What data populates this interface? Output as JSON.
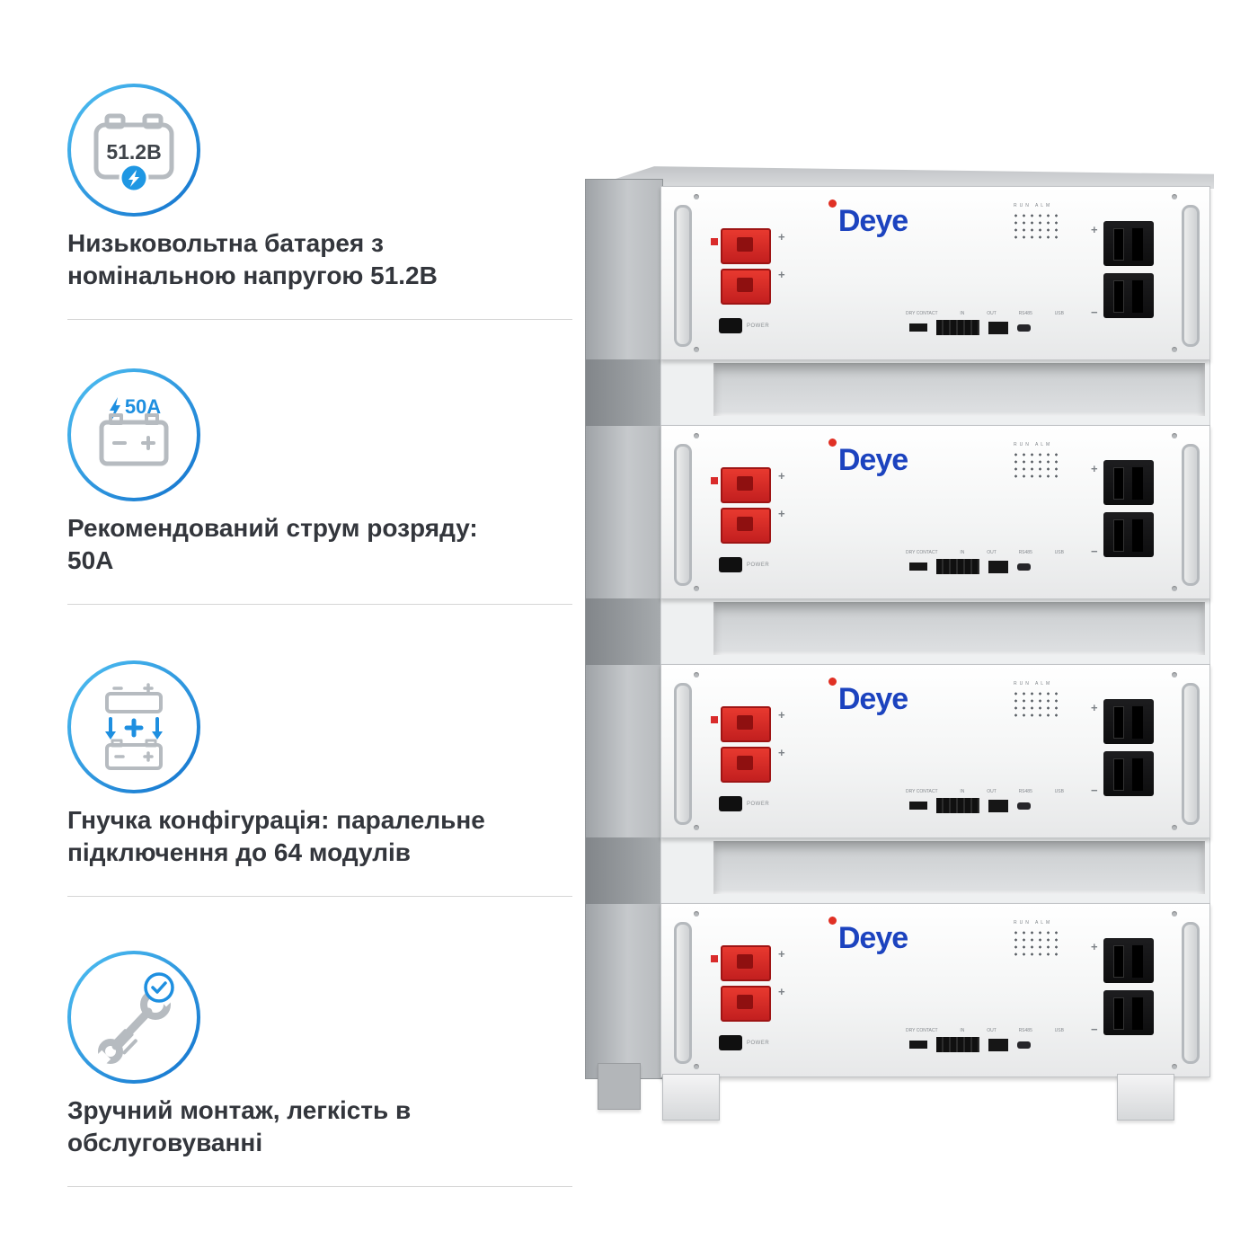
{
  "features": [
    {
      "icon": "battery-voltage-icon",
      "badge": "51.2В",
      "text": "Низьковольтна батарея з номінальною напругою 51.2В"
    },
    {
      "icon": "battery-current-icon",
      "badge": "50A",
      "text": "Рекомендований струм розряду: 50А"
    },
    {
      "icon": "parallel-config-icon",
      "text": "Гнучка конфігурація: паралельне підключення до 64 модулів"
    },
    {
      "icon": "easy-service-icon",
      "text": "Зручний монтаж, легкість в обслуговуванні"
    }
  ],
  "stack": {
    "logo_text": "Deye",
    "module_count": 4,
    "power_label": "POWER",
    "indicator_labels": "RUN ALM",
    "ports": [
      "DRY CONTACT",
      "IN",
      "OUT",
      "RS485",
      "USB"
    ],
    "plus": "+",
    "minus": "−"
  },
  "colors": {
    "accent_blue": "#1e8fe0",
    "logo_blue": "#1c43bf",
    "connector_red": "#e03024",
    "text_dark": "#33363c"
  }
}
